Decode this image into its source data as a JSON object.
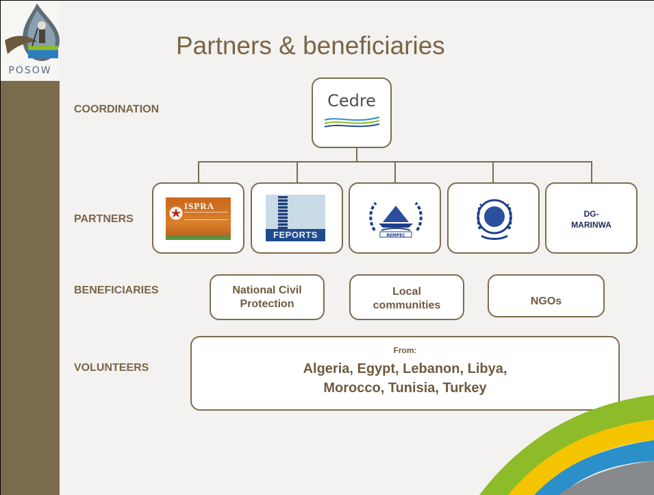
{
  "slide": {
    "title": "Partners & beneficiaries",
    "logo_text": "POSOW"
  },
  "rows": {
    "coordination": "COORDINATION",
    "partners": "PARTNERS",
    "beneficiaries": "BENEFICIARIES",
    "volunteers": "VOLUNTEERS"
  },
  "coordination": {
    "logo_text": "Cedre"
  },
  "partners": {
    "ispra_logo_text": "ISPRA",
    "feports_logo_text": "FEPORTS",
    "rempec_logo_text": "REMPEC",
    "dg_marinwa_line1": "DG-",
    "dg_marinwa_line2": "MARINWA"
  },
  "beneficiaries": {
    "civil_protection_line1": "National Civil",
    "civil_protection_line2": "Protection",
    "local_line1": "Local",
    "local_line2": "communities",
    "ngos": "NGOs"
  },
  "volunteers": {
    "from_label": "From:",
    "countries_line1": "Algeria, Egypt, Lebanon, Libya,",
    "countries_line2": "Morocco, Tunisia,  Turkey"
  },
  "colors": {
    "sidebar_brown": "#7b6b4d",
    "text_brown": "#79654a",
    "title_brown": "#7a6545",
    "swoosh_green": "#8dbb2a",
    "swoosh_yellow": "#f5c400",
    "swoosh_blue": "#2b8fc9",
    "swoosh_grey": "#868a8d"
  }
}
